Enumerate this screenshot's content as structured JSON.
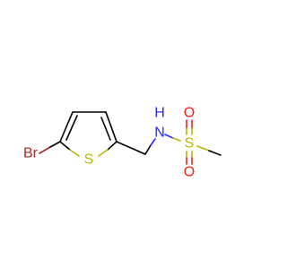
{
  "molecule": {
    "atoms": {
      "br": {
        "label": "Br",
        "color": "#a52a2a"
      },
      "s_ring": {
        "label": "S",
        "color": "#b8b800"
      },
      "n": {
        "label": "N",
        "color": "#2a2aff"
      },
      "h": {
        "label": "H",
        "color": "#2a2aff"
      },
      "s_sulfonyl": {
        "label": "S",
        "color": "#b8b800"
      },
      "o_top": {
        "label": "O",
        "color": "#ff1a1a"
      },
      "o_bottom": {
        "label": "O",
        "color": "#ff1a1a"
      }
    }
  }
}
